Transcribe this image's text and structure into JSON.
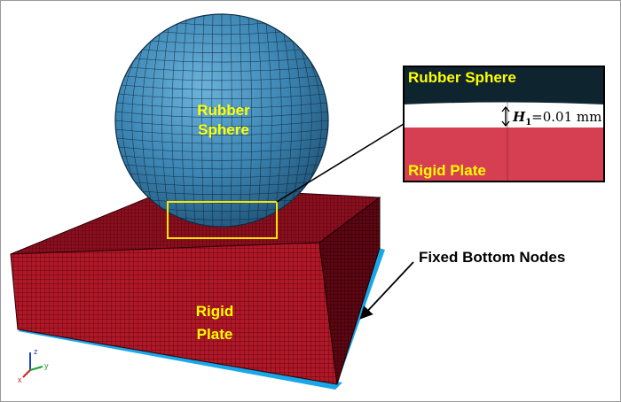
{
  "figure": {
    "sphere_label_line1": "Rubber",
    "sphere_label_line2": "Sphere",
    "plate_label_line1": "Rigid",
    "plate_label_line2": "Plate",
    "fixed_label": "Fixed Bottom Nodes",
    "inset": {
      "top_label": "Rubber Sphere",
      "bottom_label": "Rigid Plate",
      "gap_symbol": "H",
      "gap_subscript": "1",
      "gap_value": "=0.01 mm"
    },
    "axes": {
      "x": "x",
      "y": "y",
      "z": "z"
    },
    "colors": {
      "sphere": "#3d86b4",
      "plate": "#8a0f1e",
      "base": "#1aa7e8",
      "label": "#ffff00",
      "inset_top": "#0e2530",
      "inset_bottom": "#d63f52"
    }
  }
}
